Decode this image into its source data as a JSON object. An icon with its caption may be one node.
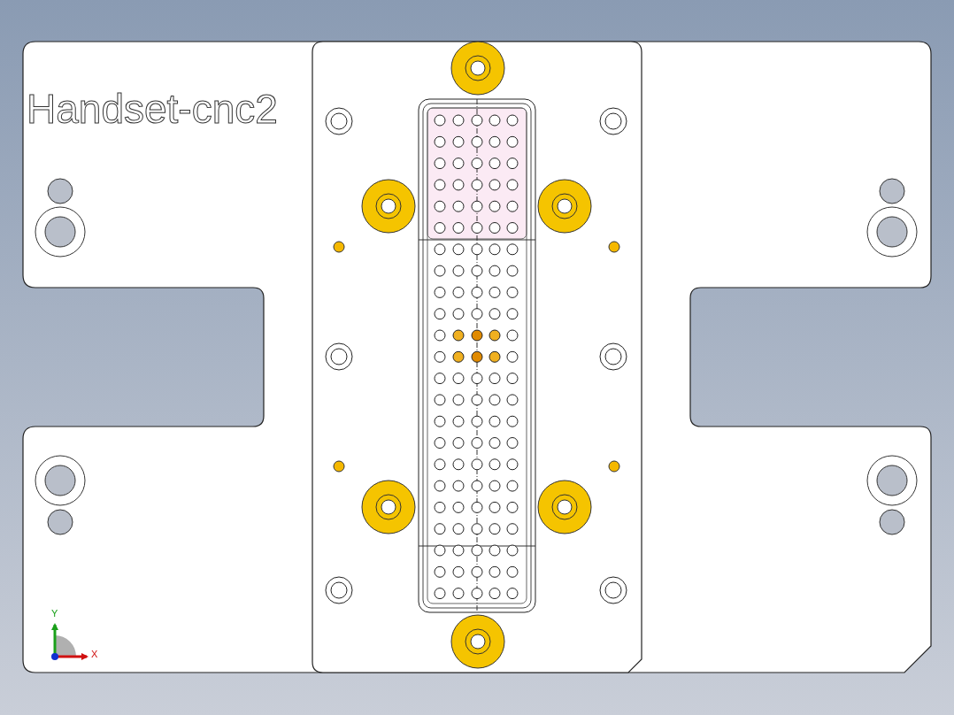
{
  "diagram": {
    "labels": [
      "Handset-cnc2",
      "Y",
      "X"
    ]
  }
}
